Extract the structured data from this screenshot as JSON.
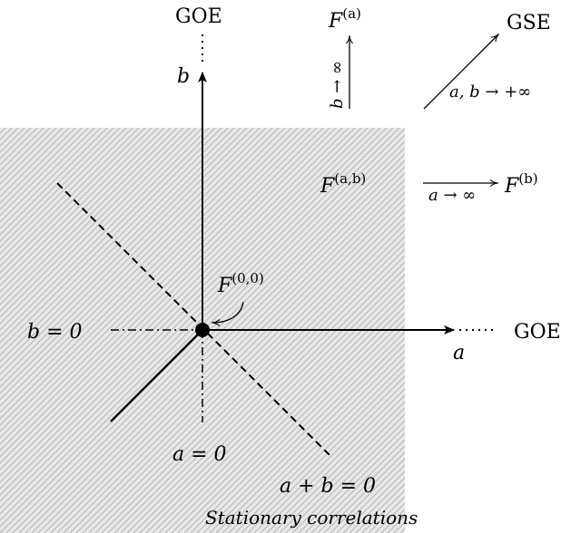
{
  "labels": {
    "goe_top": "GOE",
    "goe_right": "GOE",
    "gse": "GSE",
    "axis_b": "b",
    "axis_a": "a",
    "b_eq_0": "b = 0",
    "a_eq_0": "a = 0",
    "a_plus_b_eq_0": "a + b = 0",
    "stationary": "Stationary correlations",
    "limit_b": "b → ∞",
    "limit_a": "a → ∞",
    "limit_ab": "a, b → +∞"
  },
  "functions": {
    "f_a": {
      "base": "F",
      "sup": "(a)"
    },
    "f_b": {
      "base": "F",
      "sup": "(b)"
    },
    "f_ab": {
      "base": "F",
      "sup": "(a,b)"
    },
    "f_00": {
      "base": "F",
      "sup": "(0,0)"
    }
  },
  "colors": {
    "hatch_background": "#e8e8e8",
    "hatch_lines": "#b4b4b4",
    "ink": "#000000"
  }
}
